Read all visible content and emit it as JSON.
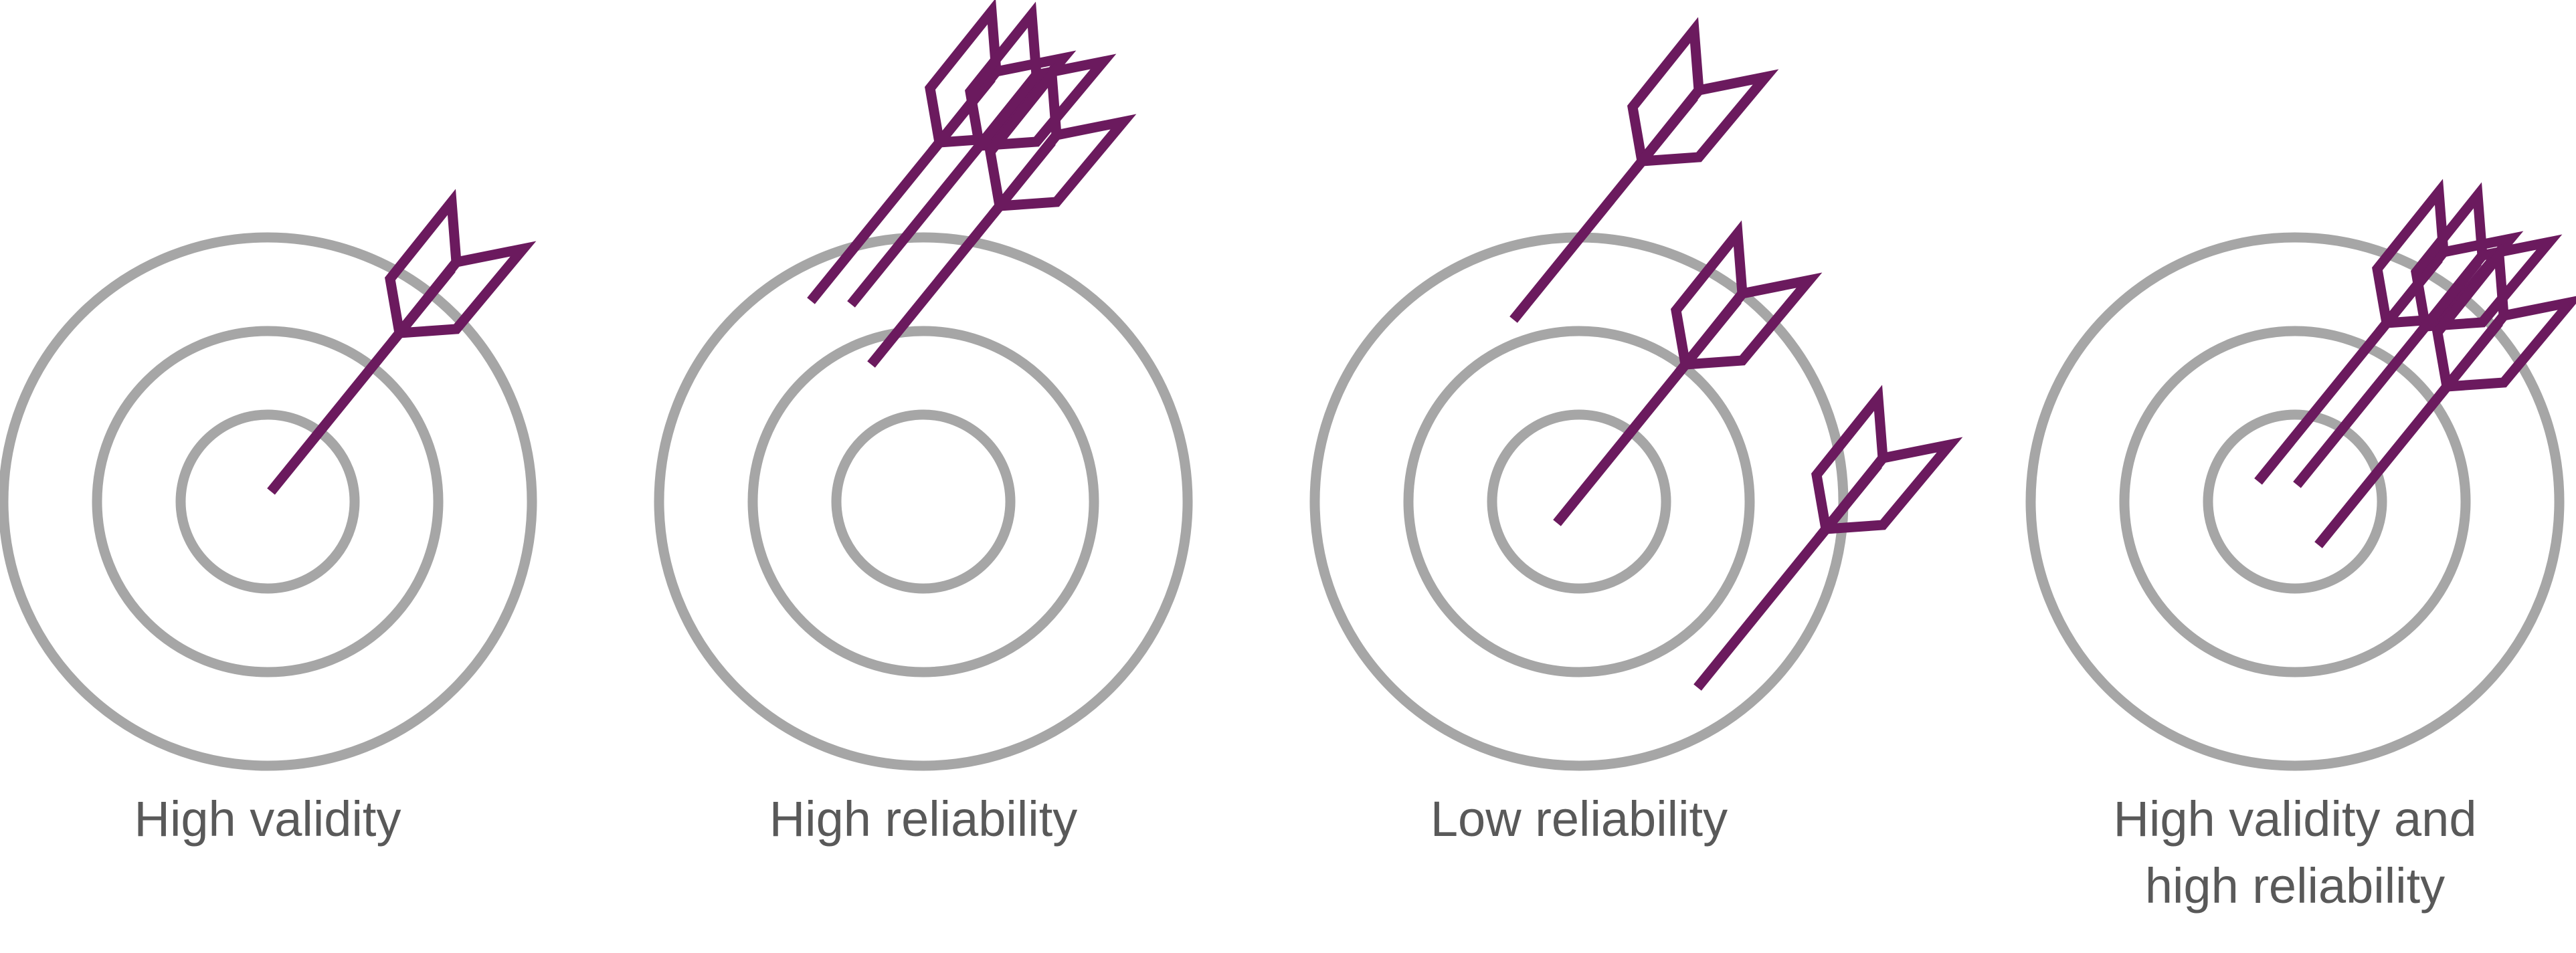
{
  "colors": {
    "target_ring": "#a6a6a6",
    "dart": "#6b1a5e",
    "caption_text": "#595959",
    "background": "#ffffff"
  },
  "panels": [
    {
      "caption_lines": [
        "High validity"
      ],
      "icon": "target-icon",
      "dart_count": 1
    },
    {
      "caption_lines": [
        "High reliability"
      ],
      "icon": "target-icon",
      "dart_count": 3
    },
    {
      "caption_lines": [
        "Low reliability"
      ],
      "icon": "target-icon",
      "dart_count": 3
    },
    {
      "caption_lines": [
        "High validity and",
        "high reliability"
      ],
      "icon": "target-icon",
      "dart_count": 3
    }
  ]
}
